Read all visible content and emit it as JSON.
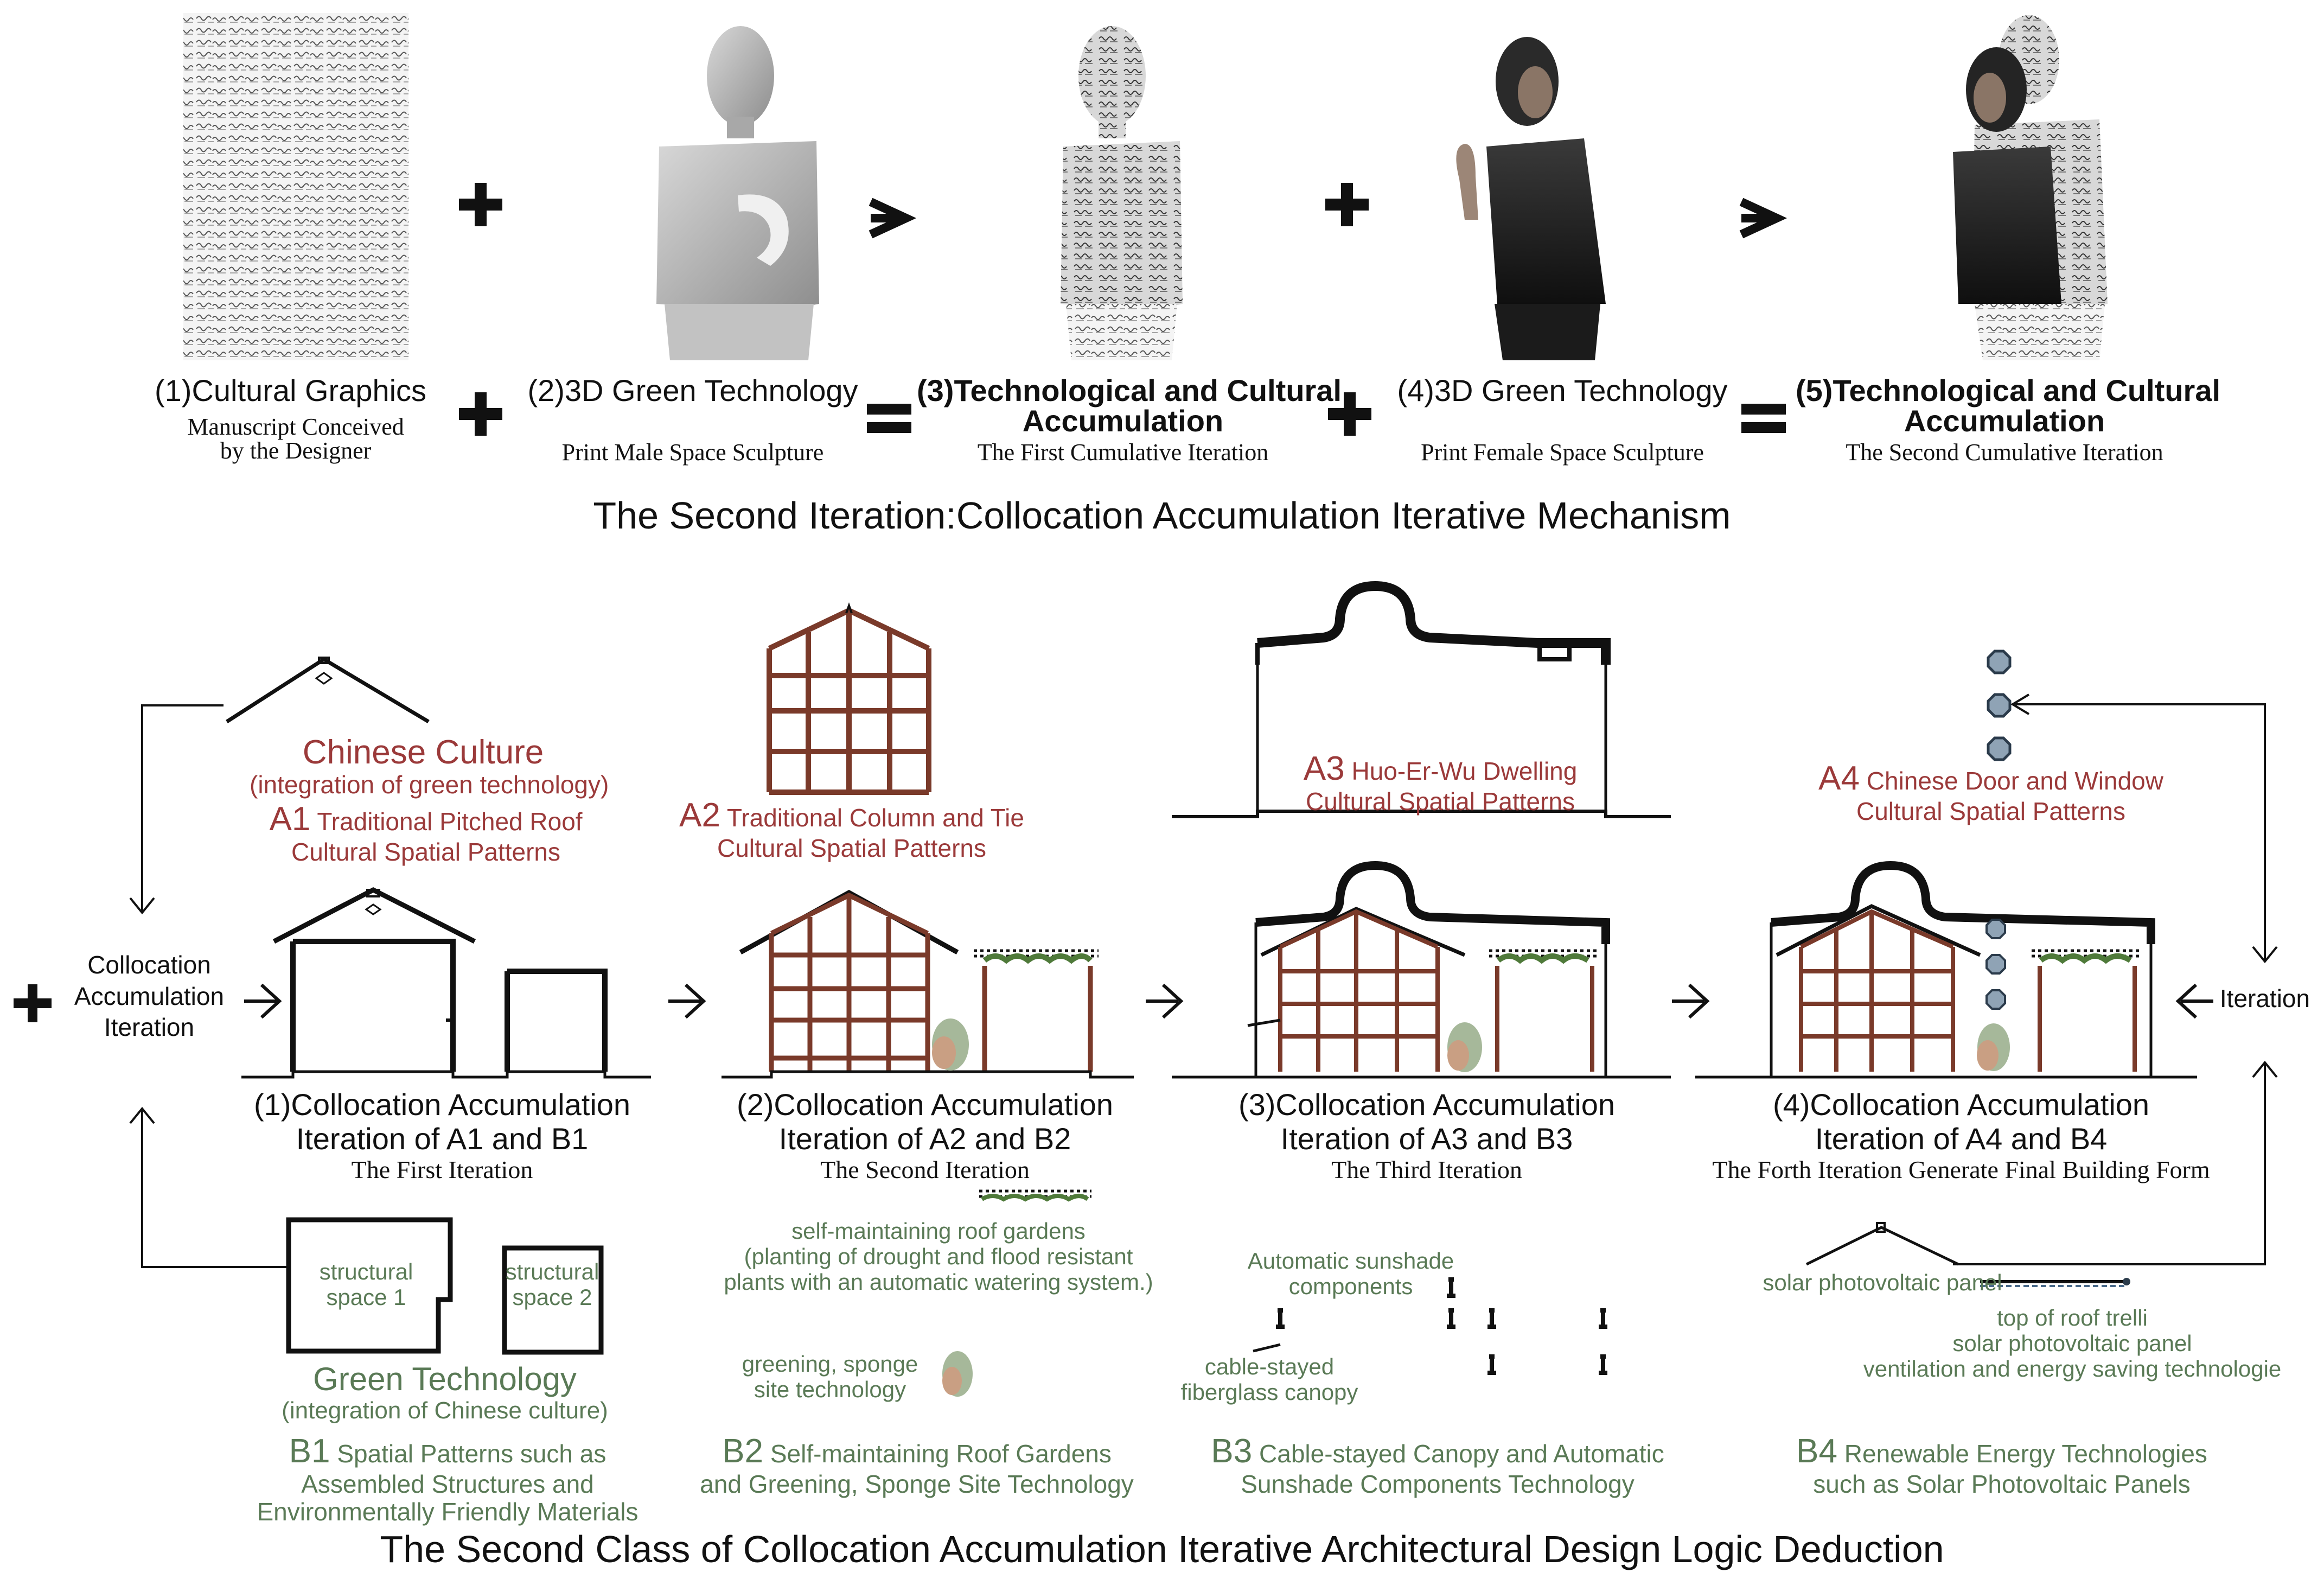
{
  "top": {
    "items": [
      {
        "main": "(1)Cultural Graphics",
        "sub1": "Manuscript Conceived",
        "sub2": "by the Designer"
      },
      {
        "main": "(2)3D Green Technology",
        "sub1": "Print Male Space Sculpture",
        "sub2": ""
      },
      {
        "main1": "(3)Technological and Cultural",
        "main2": "Accumulation",
        "sub1": "The First Cumulative Iteration"
      },
      {
        "main": "(4)3D Green Technology",
        "sub1": "Print Female Space Sculpture",
        "sub2": ""
      },
      {
        "main1": "(5)Technological and Cultural",
        "main2": "Accumulation",
        "sub1": "The Second Cumulative Iteration"
      }
    ],
    "heading": "The Second Iteration:Collocation Accumulation Iterative Mechanism"
  },
  "culture": {
    "title": "Chinese Culture",
    "subtitle": "(integration of green technology)",
    "a1": {
      "code": "A1",
      "line1": " Traditional Pitched Roof",
      "line2": "Cultural Spatial Patterns"
    },
    "a2": {
      "code": "A2",
      "line1": " Traditional Column and Tie",
      "line2": "Cultural Spatial Patterns"
    },
    "a3": {
      "code": "A3",
      "line1": " Huo-Er-Wu Dwelling",
      "line2": "Cultural Spatial Patterns"
    },
    "a4": {
      "code": "A4",
      "line1": " Chinese Door and Window",
      "line2": "Cultural Spatial Patterns"
    }
  },
  "side": {
    "left_line1": "Collocation",
    "left_line2": "Accumulation",
    "left_line3": "Iteration",
    "right": "Iteration"
  },
  "iterations": [
    {
      "line1": "(1)Collocation Accumulation",
      "pre": "Iteration of ",
      "a": "A1",
      "mid": " and ",
      "b": "B1",
      "sub": "The First Iteration"
    },
    {
      "line1": "(2)Collocation Accumulation",
      "pre": "Iteration of ",
      "a": "A2",
      "mid": " and ",
      "b": "B2",
      "sub": "The Second Iteration"
    },
    {
      "line1": "(3)Collocation Accumulation",
      "pre": "Iteration of ",
      "a": "A3",
      "mid": " and ",
      "b": "B3",
      "sub": "The Third Iteration"
    },
    {
      "line1": "(4)Collocation Accumulation",
      "pre": "Iteration of ",
      "a": "A4",
      "mid": " and ",
      "b": "B4",
      "sub": "The Forth Iteration Generate Final Building Form"
    }
  ],
  "green": {
    "structural1_l1": "structural",
    "structural1_l2": "space 1",
    "structural2_l1": "structural",
    "structural2_l2": "space 2",
    "title": "Green Technology",
    "subtitle": "(integration of Chinese culture)",
    "b1": {
      "code": "B1",
      "line1": " Spatial Patterns such as",
      "line2": "Assembled Structures and",
      "line3": "Environmentally Friendly Materials"
    },
    "roof_gardens_l1": "self-maintaining roof gardens",
    "roof_gardens_l2": "(planting of drought and flood resistant",
    "roof_gardens_l3": "plants with an automatic watering system.)",
    "sponge_l1": "greening, sponge",
    "sponge_l2": "site technology",
    "b2": {
      "code": "B2",
      "line1": " Self-maintaining Roof Gardens",
      "line2": "and Greening, Sponge Site Technology"
    },
    "sunshade_l1": "Automatic sunshade",
    "sunshade_l2": "components",
    "canopy_l1": "cable-stayed",
    "canopy_l2": "fiberglass canopy",
    "b3": {
      "code": "B3",
      "line1": "  Cable-stayed Canopy and Automatic",
      "line2": "Sunshade Components Technology"
    },
    "pv_panel": "solar photovoltaic panel",
    "pv_l1": "top of roof trelli",
    "pv_l2": "solar photovoltaic panel",
    "pv_l3": "ventilation and energy saving technologie",
    "b4": {
      "code": "B4",
      "line1": "  Renewable Energy Technologies",
      "line2": "such as Solar Photovoltaic Panels"
    }
  },
  "bottom_heading": "The Second Class of Collocation Accumulation Iterative Architectural Design Logic Deduction",
  "colors": {
    "culture_red": "#9b3a3a",
    "green_text": "#5a7a56",
    "timber": "#7a3a2a",
    "line": "#111111"
  }
}
